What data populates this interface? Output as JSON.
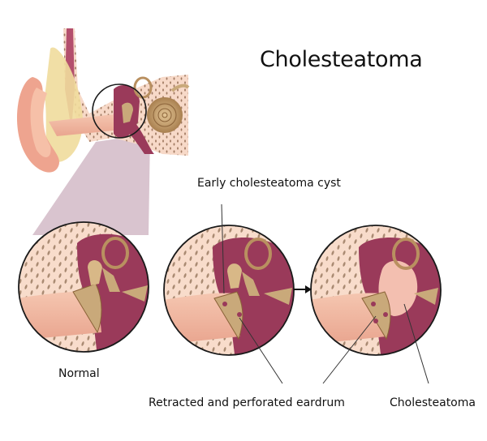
{
  "title": "Cholesteatoma",
  "labels": {
    "early_cyst": "Early cholesteatoma cyst",
    "normal": "Normal",
    "retracted": "Retracted and perforated eardrum",
    "cholesteatoma": "Cholesteatoma"
  },
  "panels": [
    {
      "name": "normal",
      "caption": "Normal"
    },
    {
      "name": "early-cyst",
      "caption": "Early cholesteatoma cyst"
    },
    {
      "name": "cholesteatoma",
      "caption": "Cholesteatoma"
    }
  ],
  "colors": {
    "skin": "#f2c8b0",
    "bone": "#f6d6c6",
    "cavity": "#9a3a5a",
    "ossicle": "#c9a97a",
    "zoom_cone": "#d9c4cf",
    "outline": "#1a1a1a"
  }
}
